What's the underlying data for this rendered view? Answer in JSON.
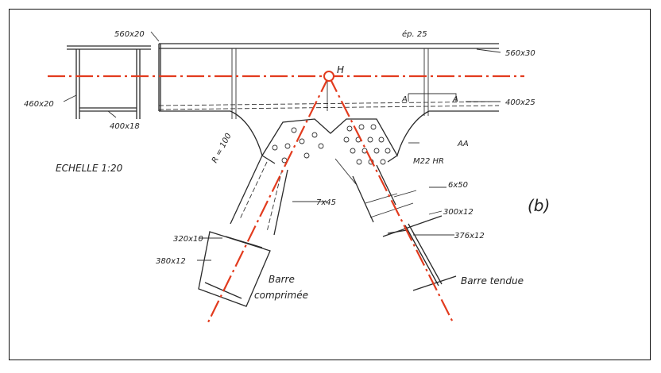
{
  "labels": {
    "flange_left_top": "560x20",
    "web_left": "460x20",
    "flange_left_bottom": "400x18",
    "thickness": "ép. 25",
    "chord_top": "560x30",
    "chord_stiffener": "400x25",
    "node": "H",
    "section_a_left": "A",
    "section_a_right": "A",
    "radius": "R = 100",
    "scale": "ECHELLE 1:20",
    "bolts": "M22 HR",
    "section_aa": "AA",
    "weld_left": "7x45",
    "weld_right": "6x50",
    "plate_300": "300x12",
    "plate_376": "376x12",
    "plate_320": "320x10",
    "plate_380": "380x12",
    "figure_tag": "(b)",
    "compressed_line1": "Barre",
    "compressed_line2": "comprimée",
    "tensioned": "Barre tendue"
  },
  "colors": {
    "ink": "#2a2a2a",
    "axis": "#e23b1e",
    "background": "#ffffff"
  }
}
